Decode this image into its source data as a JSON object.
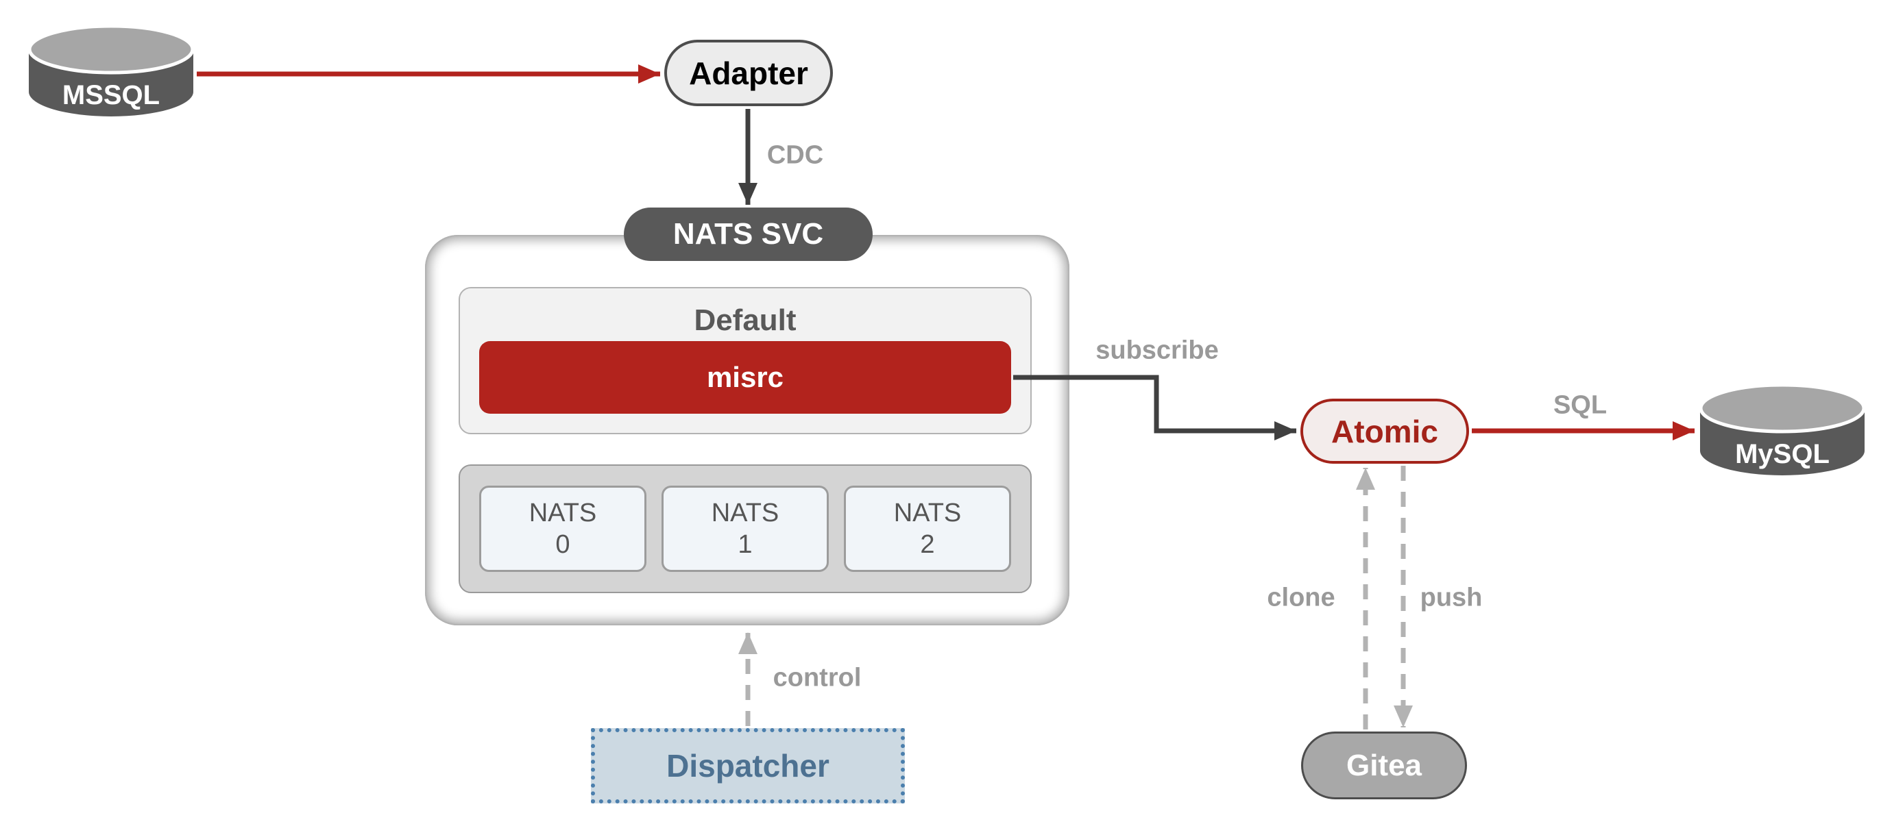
{
  "diagram": {
    "nodes": {
      "mssql": {
        "label": "MSSQL"
      },
      "adapter": {
        "label": "Adapter"
      },
      "nats_svc": {
        "label": "NATS SVC"
      },
      "default_group": {
        "title": "Default",
        "stream": {
          "label": "misrc"
        }
      },
      "nats_cluster": [
        {
          "name": "NATS",
          "index": "0"
        },
        {
          "name": "NATS",
          "index": "1"
        },
        {
          "name": "NATS",
          "index": "2"
        }
      ],
      "dispatcher": {
        "label": "Dispatcher"
      },
      "atomic": {
        "label": "Atomic"
      },
      "mysql": {
        "label": "MySQL"
      },
      "gitea": {
        "label": "Gitea"
      }
    },
    "edges": {
      "cdc": {
        "label": "CDC"
      },
      "subscribe": {
        "label": "subscribe"
      },
      "sql": {
        "label": "SQL"
      },
      "control": {
        "label": "control"
      },
      "clone": {
        "label": "clone"
      },
      "push": {
        "label": "push"
      }
    },
    "colors": {
      "red": "#b2231d",
      "dark_red": "#a3231a",
      "dark_gray": "#404040",
      "node_gray": "#595959",
      "cylinder_top_gray": "#a6a6a6",
      "label_gray": "#999999",
      "dashed_gray": "#b3b3b3",
      "dispatcher_fill": "#ccd9e2",
      "dispatcher_border_blue": "#4b7fad",
      "dispatcher_text": "#4d7191"
    }
  }
}
